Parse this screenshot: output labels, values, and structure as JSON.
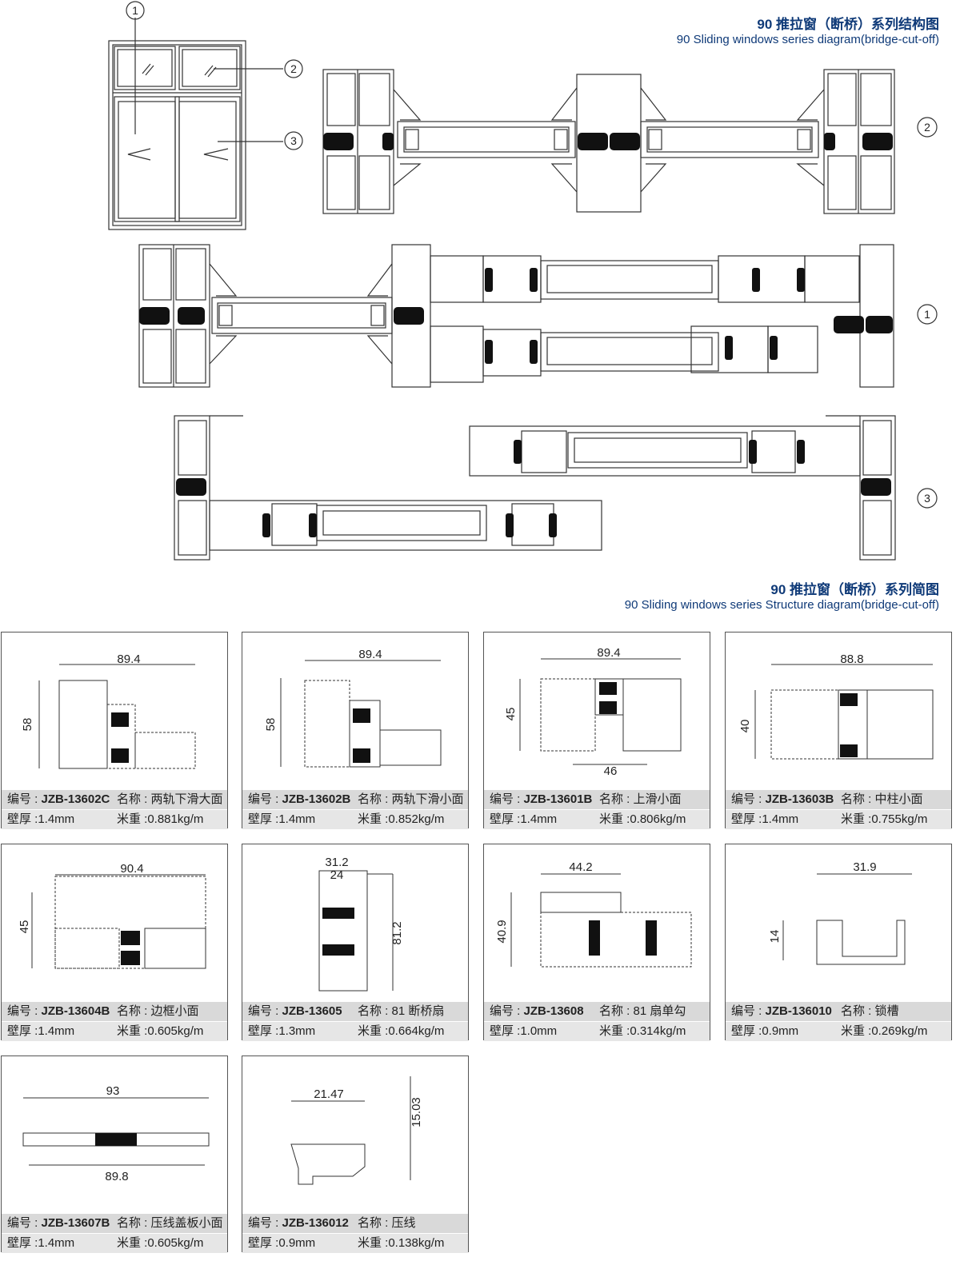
{
  "titles": {
    "structure_zh": "90 推拉窗（断桥）系列结构图",
    "structure_en": "90 Sliding windows series diagram(bridge-cut-off)",
    "simple_zh": "90 推拉窗（断桥）系列简图",
    "simple_en": "90 Sliding windows series Structure diagram(bridge-cut-off)"
  },
  "callouts": [
    "1",
    "2",
    "3"
  ],
  "labels": {
    "code": "编号 : ",
    "name": "名称 : ",
    "wall": "壁厚 :",
    "weight": "米重 :"
  },
  "profiles": [
    {
      "code": "JZB-13602C",
      "name": "两轨下滑大面",
      "wall": "1.4mm",
      "weight": "0.881kg/m",
      "dims": [
        "89.4",
        "58"
      ]
    },
    {
      "code": "JZB-13602B",
      "name": "两轨下滑小面",
      "wall": "1.4mm",
      "weight": "0.852kg/m",
      "dims": [
        "89.4",
        "58"
      ]
    },
    {
      "code": "JZB-13601B",
      "name": "上滑小面",
      "wall": "1.4mm",
      "weight": "0.806kg/m",
      "dims": [
        "89.4",
        "45",
        "46"
      ]
    },
    {
      "code": "JZB-13603B",
      "name": "中柱小面",
      "wall": "1.4mm",
      "weight": "0.755kg/m",
      "dims": [
        "88.8",
        "40"
      ]
    },
    {
      "code": "JZB-13604B",
      "name": "边框小面",
      "wall": "1.4mm",
      "weight": "0.605kg/m",
      "dims": [
        "90.4",
        "45"
      ]
    },
    {
      "code": "JZB-13605",
      "name": "81 断桥扇",
      "wall": "1.3mm",
      "weight": "0.664kg/m",
      "dims": [
        "31.2",
        "24",
        "81.2"
      ]
    },
    {
      "code": "JZB-13608",
      "name": "81 扇单勾",
      "wall": "1.0mm",
      "weight": "0.314kg/m",
      "dims": [
        "44.2",
        "40.9"
      ]
    },
    {
      "code": "JZB-136010",
      "name": "锁槽",
      "wall": "0.9mm",
      "weight": "0.269kg/m",
      "dims": [
        "31.9",
        "14"
      ]
    },
    {
      "code": "JZB-13607B",
      "name": "压线盖板小面",
      "wall": "1.4mm",
      "weight": "0.605kg/m",
      "dims": [
        "93",
        "89.8"
      ]
    },
    {
      "code": "JZB-136012",
      "name": "压线",
      "wall": "0.9mm",
      "weight": "0.138kg/m",
      "dims": [
        "21.47",
        "15.03"
      ]
    }
  ]
}
